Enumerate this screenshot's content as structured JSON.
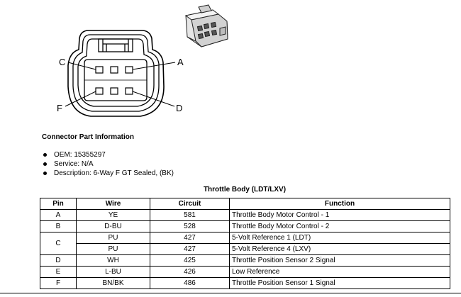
{
  "pin_labels": {
    "a": "A",
    "c": "C",
    "d": "D",
    "f": "F"
  },
  "connector_info": {
    "heading": "Connector Part Information",
    "items": [
      "OEM: 15355297",
      "Service: N/A",
      "Description: 6-Way F GT Sealed, (BK)"
    ]
  },
  "table": {
    "title": "Throttle Body (LDT/LXV)",
    "headers": {
      "pin": "Pin",
      "wire": "Wire",
      "circuit": "Circuit",
      "function": "Function"
    },
    "rows": [
      {
        "pin": "A",
        "wire": "YE",
        "circuit": "581",
        "function": "Throttle Body Motor Control - 1"
      },
      {
        "pin": "B",
        "wire": "D-BU",
        "circuit": "528",
        "function": "Throttle Body Motor Control - 2"
      },
      {
        "pin": "C",
        "wire": "PU",
        "circuit": "427",
        "function": "5-Volt Reference 1 (LDT)"
      },
      {
        "pin": "",
        "wire": "PU",
        "circuit": "427",
        "function": "5-Volt Reference 4 (LXV)"
      },
      {
        "pin": "D",
        "wire": "WH",
        "circuit": "425",
        "function": "Throttle Position Sensor 2 Signal"
      },
      {
        "pin": "E",
        "wire": "L-BU",
        "circuit": "426",
        "function": "Low Reference"
      },
      {
        "pin": "F",
        "wire": "BN/BK",
        "circuit": "486",
        "function": "Throttle Position Sensor 1 Signal"
      }
    ]
  }
}
